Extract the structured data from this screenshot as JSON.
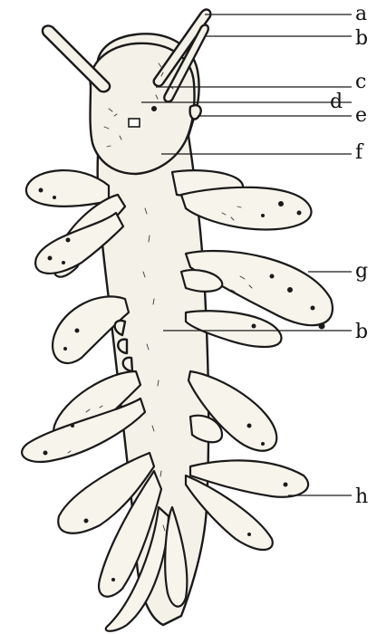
{
  "labels": {
    "a": "a",
    "b_top": "b",
    "c": "c",
    "d": "d",
    "e": "e",
    "f": "f",
    "g": "g",
    "b_mid": "b",
    "h": "h"
  },
  "colors": {
    "ink": "#1a1a1a",
    "paper": "#ffffff",
    "body": "#f4f1e8"
  }
}
